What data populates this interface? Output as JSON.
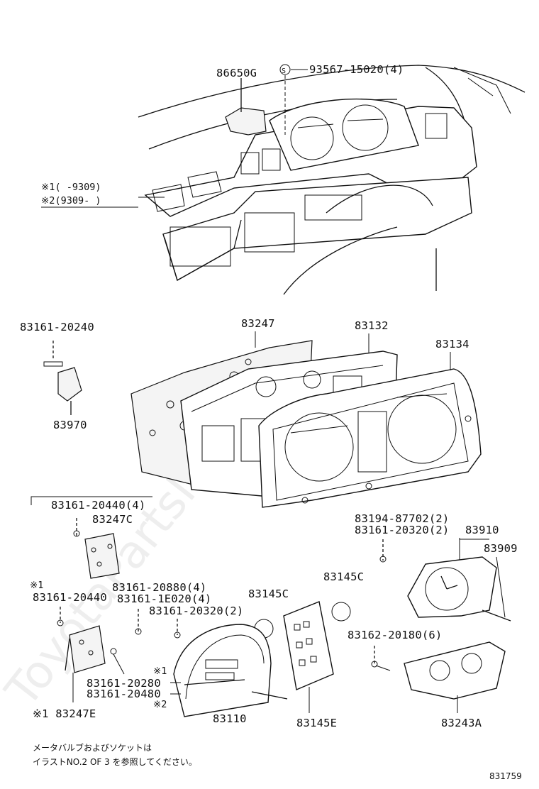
{
  "watermark": "ToyotaPartsMine.ru",
  "diagram_id": "831759",
  "note_lines": [
    "メータバルブおよびソケットは",
    "イラストNO.2 OF 3 を参照してください。"
  ],
  "labels": {
    "p86650G": "86650G",
    "s_mark": "S",
    "p93567": "93567-15020(4)",
    "mark1": "※1(    -9309)",
    "mark2": "※2(9309-    )",
    "p83161_20240": "83161-20240",
    "p83970": "83970",
    "p83247": "83247",
    "p83132": "83132",
    "p83134": "83134",
    "p83161_20440_4": "83161-20440(4)",
    "p83247C": "83247C",
    "p83194": "83194-87702(2)",
    "p83161_20320_2a": "83161-20320(2)",
    "p83910": "83910",
    "p83909": "83909",
    "p83145C_a": "83145C",
    "p83145C_b": "83145C",
    "star1a": "※1",
    "p83161_20440": "83161-20440",
    "p83161_20880": "83161-20880(4)",
    "p83161_1E020": "83161-1E020(4)",
    "p83161_20320_2b": "83161-20320(2)",
    "p83162": "83162-20180(6)",
    "star1b": "※1",
    "p83161_20280": "83161-20280",
    "p83161_20480": "83161-20480",
    "star2": "※2",
    "p83247E": "※1 83247E",
    "p83110": "83110",
    "p83145E": "83145E",
    "p83243A": "83243A"
  }
}
